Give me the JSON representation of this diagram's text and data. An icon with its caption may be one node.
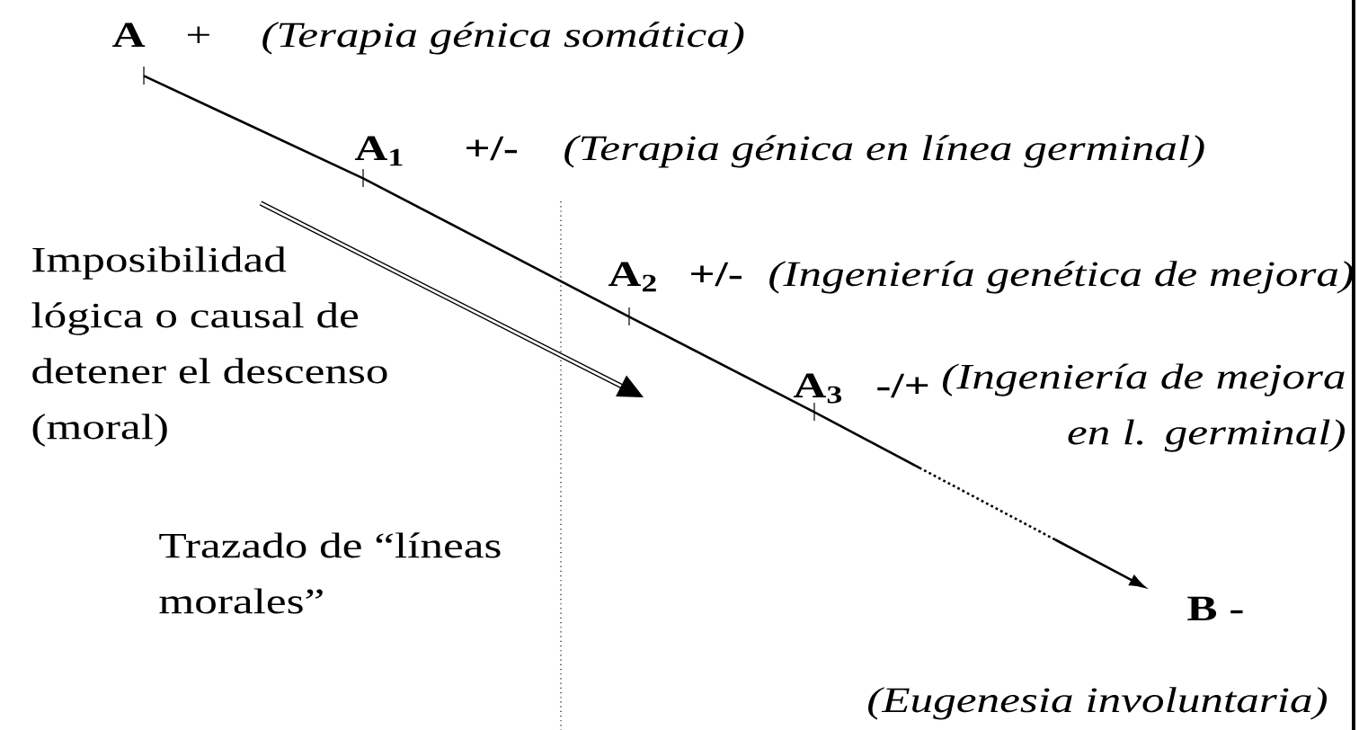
{
  "diagram": {
    "nodes": [
      {
        "text": [
          "A"
        ],
        "beside": [
          "+",
          "(Terapia génica somática)"
        ]
      },
      {
        "text": [
          "A$_{1}$"
        ],
        "beside": [
          "+/-",
          "(Terapia génica en línea germinal)"
        ]
      },
      {
        "text": [
          "A$_{2}$"
        ],
        "beside": [
          "+/-",
          "(Ingeniería genética de mejora)"
        ]
      },
      {
        "text": [
          "A$_{3}$"
        ],
        "beside": [
          "-/+",
          "(Ingeniería de mejora en l. germinal)"
        ]
      },
      {
        "text": [
          "B -"
        ],
        "beside": [
          "(Eugenesia involuntaria)"
        ]
      }
    ],
    "edges": [
      {
        "from": 0,
        "to": 1,
        "arrow": "none"
      },
      {
        "from": 1,
        "to": 2,
        "arrow": "none"
      },
      {
        "from": 2,
        "to": 3,
        "arrow": "none"
      },
      {
        "from": 3,
        "to": 4,
        "arrow": "to",
        "style": "dashed"
      }
    ],
    "labels": [
      "Imposibilidad lógica o causal de detener el descenso (moral)",
      "Trazado de “líneas morales”"
    ]
  }
}
